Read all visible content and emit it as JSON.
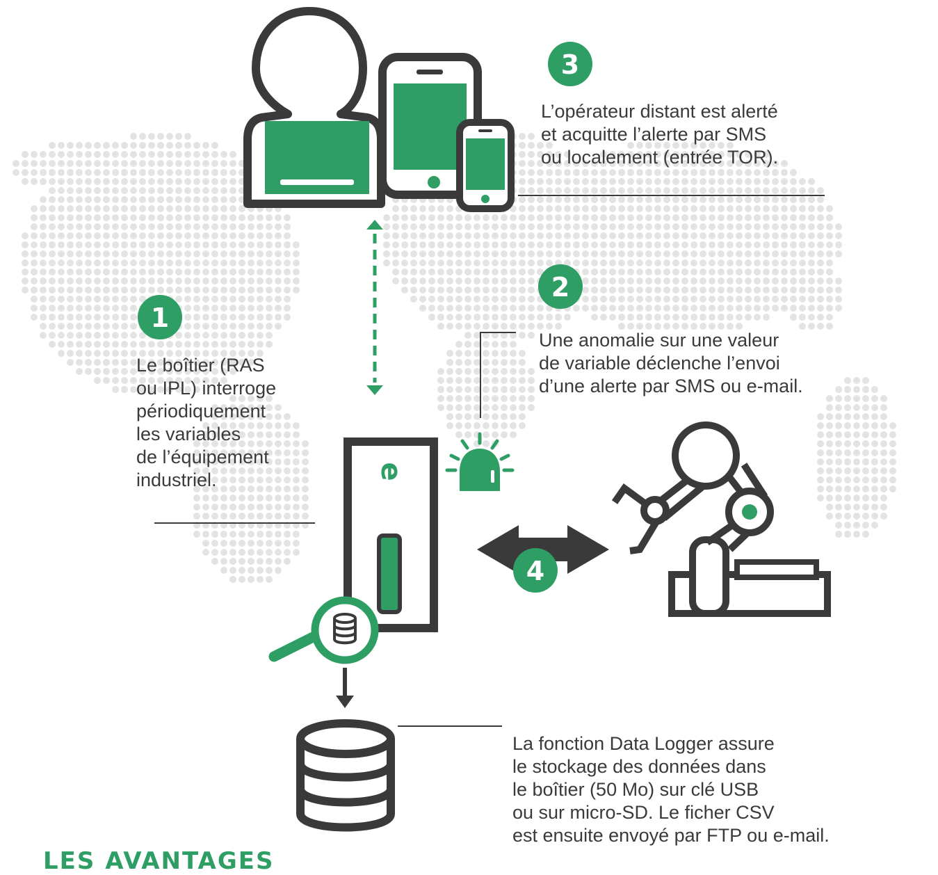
{
  "colors": {
    "accent": "#2e9e64",
    "ink": "#3a3a3a",
    "dots": "#e3e3e3"
  },
  "steps": [
    {
      "number": "1",
      "text": "Le boîtier (RAS\nou IPL) interroge\npériodiquement\nles variables\nde l’équipement\nindustriel."
    },
    {
      "number": "2",
      "text": "Une anomalie sur une valeur\nde variable déclenche l’envoi\nd’une alerte par SMS ou e-mail."
    },
    {
      "number": "3",
      "text": "L’opérateur distant est alerté\net acquitte l’alerte par SMS\nou localement (entrée TOR)."
    },
    {
      "number": "4",
      "text": "La fonction Data Logger assure\nle stockage des données dans\nle boîtier (50 Mo) sur clé USB\nou sur micro-SD. Le ficher CSV\nest ensuite envoyé par FTP ou e-mail."
    }
  ],
  "device": {
    "logo": "e"
  },
  "section": {
    "heading": "LES AVANTAGES"
  },
  "icons": [
    "world-map-dots",
    "operator-person-icon",
    "laptop-icon",
    "tablet-icon",
    "smartphone-icon",
    "dashed-double-arrow-icon",
    "alarm-beacon-icon",
    "data-box-device-icon",
    "magnifier-database-icon",
    "double-arrow-icon",
    "robot-arm-icon",
    "down-arrow-icon",
    "database-icon"
  ]
}
